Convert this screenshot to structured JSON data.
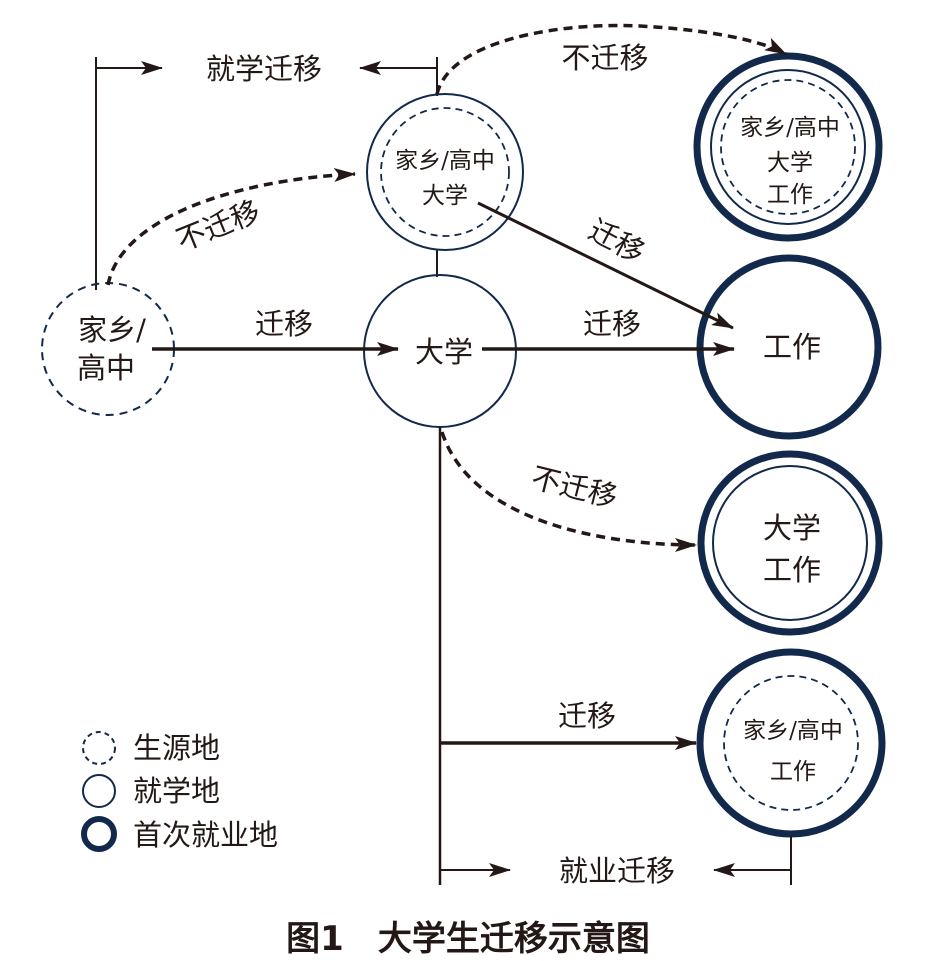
{
  "figure": {
    "caption": "图1　大学生迁移示意图",
    "brackets": {
      "study_migration": "就学迁移",
      "employment_migration": "就业迁移"
    },
    "nodes": {
      "origin": {
        "line1": "家乡/",
        "line2": "高中",
        "type": "生源地"
      },
      "university_same": {
        "line1": "家乡/高中",
        "line2": "大学",
        "type": "就学地"
      },
      "university": {
        "line1": "大学",
        "type": "就学地"
      },
      "work_all_same": {
        "line1": "家乡/高中",
        "line2": "大学",
        "line3": "工作",
        "type": "首次就业地"
      },
      "work": {
        "line1": "工作",
        "type": "首次就业地"
      },
      "work_uni_same": {
        "line1": "大学",
        "line2": "工作",
        "type": "首次就业地"
      },
      "work_home_same": {
        "line1": "家乡/高中",
        "line2": "工作",
        "type": "首次就业地"
      }
    },
    "edges": {
      "origin_to_univ_same": "不迁移",
      "origin_to_univ": "迁移",
      "univsame_to_allsame": "不迁移",
      "univsame_to_work": "迁移",
      "univ_to_work": "迁移",
      "univ_to_unisame": "不迁移",
      "univ_to_homesame": "迁移"
    },
    "legend": [
      {
        "label": "生源地",
        "style": "dashed"
      },
      {
        "label": "就学地",
        "style": "thin"
      },
      {
        "label": "首次就业地",
        "style": "thick"
      }
    ],
    "colors": {
      "node_stroke": "#13294b",
      "ink": "#231815"
    }
  }
}
